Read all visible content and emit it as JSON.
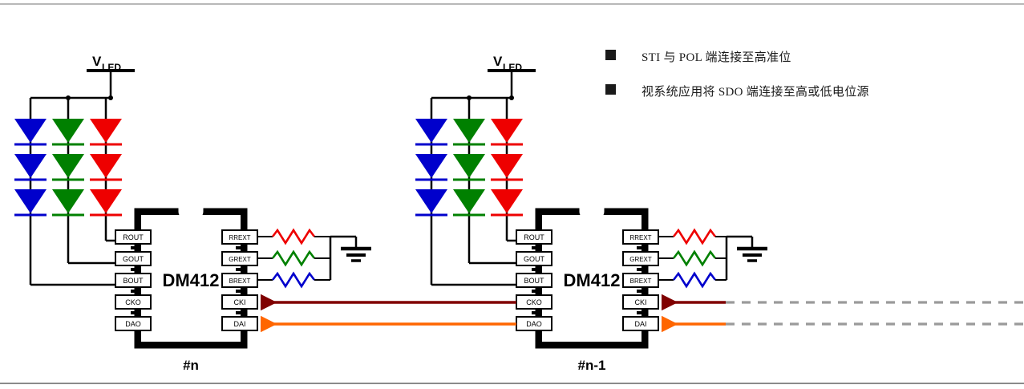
{
  "diagram": {
    "title": "DM412 LED driver cascade application circuit",
    "frame": {
      "top_rule_color": "#b0b0b0",
      "bottom_rule_color": "#808080"
    },
    "legend": {
      "bullet_glyph": "square",
      "items": [
        "STI 与 POL 端连接至高准位",
        "视系统应用将 SDO 端连接至高或低电位源"
      ]
    },
    "colors": {
      "led_red": "#ee0000",
      "led_green": "#008000",
      "led_blue": "#0000cc",
      "resistor_red": "#ee0000",
      "resistor_green": "#008000",
      "resistor_blue": "#0000cc",
      "clock_line": "#800000",
      "data_line": "#ff6600",
      "wire": "#000000",
      "dashed": "#9a9a9a",
      "chip_body": "#000000",
      "text": "#000000"
    },
    "supply_label": {
      "main": "V",
      "subscript": "LED"
    },
    "chips": [
      {
        "part_number": "DM412",
        "designator": "#n",
        "pins_left": [
          "ROUT",
          "GOUT",
          "BOUT",
          "CKO",
          "DAO"
        ],
        "pins_right": [
          "RREXT",
          "GREXT",
          "BREXT",
          "CKI",
          "DAI"
        ]
      },
      {
        "part_number": "DM412",
        "designator": "#n-1",
        "pins_left": [
          "ROUT",
          "GOUT",
          "BOUT",
          "CKO",
          "DAO"
        ],
        "pins_right": [
          "RREXT",
          "GREXT",
          "BREXT",
          "CKI",
          "DAI"
        ]
      }
    ],
    "led_strings": {
      "count_per_color": 3,
      "colors": [
        "blue",
        "green",
        "red"
      ],
      "mapping": [
        {
          "color": "red",
          "driver_pin": "ROUT"
        },
        {
          "color": "green",
          "driver_pin": "GOUT"
        },
        {
          "color": "blue",
          "driver_pin": "BOUT"
        }
      ]
    },
    "resistors": {
      "count": 3,
      "mapping": [
        {
          "color": "red",
          "pin": "RREXT"
        },
        {
          "color": "green",
          "pin": "GREXT"
        },
        {
          "color": "blue",
          "pin": "BREXT"
        }
      ],
      "terminates_at": "ground"
    },
    "signal_links": [
      {
        "from": "CKO",
        "to": "CKI",
        "color": "#800000",
        "name": "clock"
      },
      {
        "from": "DAO",
        "to": "DAI",
        "color": "#ff6600",
        "name": "data"
      }
    ]
  }
}
